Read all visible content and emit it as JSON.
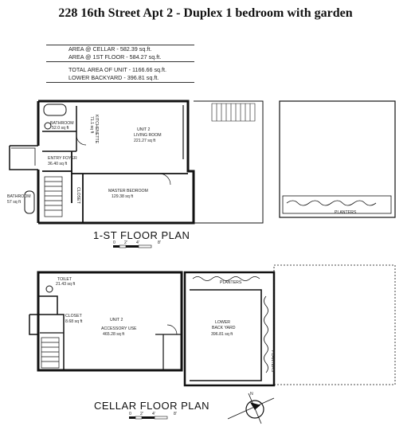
{
  "title": "228 16th Street Apt 2 - Duplex 1 bedroom with garden",
  "areas": {
    "cellar": "AREA @ CELLAR - 582.39 sq.ft.",
    "first_floor": "AREA @ 1ST FLOOR - 584.27 sq.ft.",
    "total": "TOTAL AREA OF UNIT - 1166.66 sq.ft.",
    "lower_backyard": "LOWER BACKYARD - 396.81 sq.ft."
  },
  "first_floor": {
    "plan_title": "1-ST FLOOR PLAN",
    "scale": [
      "0",
      "2'",
      "4'",
      "8'"
    ],
    "rooms": {
      "bathroom": "BATHROOM",
      "bathroom_area": "52.0 sq ft",
      "kitchenette": "KITCHENETTE",
      "kitchenette_area": "71.1 sq ft",
      "unit": "UNIT 2",
      "living_room": "LIVING ROOM",
      "living_room_area": "221.27 sq ft",
      "entry_foyer": "ENTRY FOYER",
      "entry_foyer_area": "36.40 sq ft",
      "closet": "CLOSET",
      "bathroom_2": "BATHROOM",
      "bathroom_2_area": "57 sq ft",
      "master_bedroom": "MASTER BEDROOM",
      "master_bedroom_area": "129.38 sq ft",
      "planters": "PLANTERS"
    }
  },
  "cellar": {
    "plan_title": "CELLAR FLOOR PLAN",
    "scale": [
      "0",
      "2'",
      "4'",
      "8'"
    ],
    "rooms": {
      "toilet": "TOILET",
      "toilet_area": "21.43 sq ft",
      "closet": "CLOSET",
      "closet_area": "8.68 sq ft",
      "unit": "UNIT 2",
      "accessory_use": "ACCESSORY USE",
      "accessory_use_area": "465.28 sq ft",
      "lower_backyard": "LOWER",
      "lower_backyard_2": "BACK YARD",
      "lower_backyard_area": "396.81 sq ft",
      "planters_top": "PLANTERS",
      "planters_right": "PLANTERS"
    },
    "compass": "N"
  }
}
